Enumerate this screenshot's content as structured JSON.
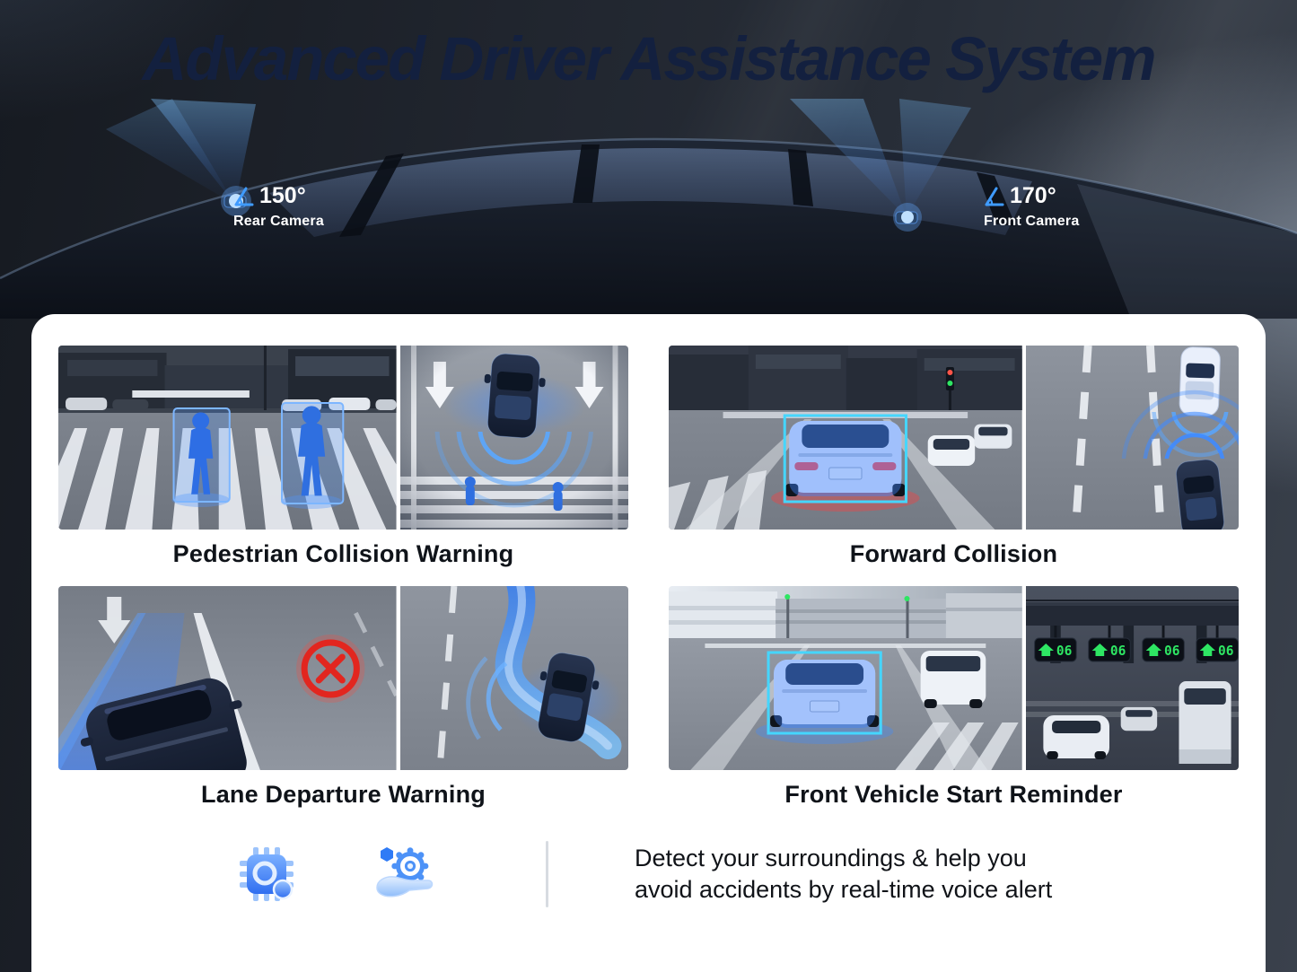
{
  "title": "Advanced Driver Assistance System",
  "cameras": {
    "rear": {
      "angle": "150°",
      "label": "Rear Camera"
    },
    "front": {
      "angle": "170°",
      "label": "Front Camera"
    }
  },
  "features": [
    {
      "caption": "Pedestrian Collision Warning"
    },
    {
      "caption": "Forward Collision"
    },
    {
      "caption": "Lane Departure Warning"
    },
    {
      "caption": "Front Vehicle Start Reminder"
    }
  ],
  "signals": {
    "countdown": "06"
  },
  "footer": {
    "line1": "Detect your surroundings & help you",
    "line2": "avoid accidents by real-time voice alert",
    "icons": [
      {
        "name": "ai-chip-icon"
      },
      {
        "name": "voice-alert-hand-icon"
      }
    ]
  },
  "colors": {
    "accent_blue": "#2f7bf6",
    "title_navy": "#13203f",
    "panel_white": "#ffffff",
    "background_dark": "#21262f",
    "alert_red": "#e2261f",
    "signal_green": "#2ee663"
  }
}
